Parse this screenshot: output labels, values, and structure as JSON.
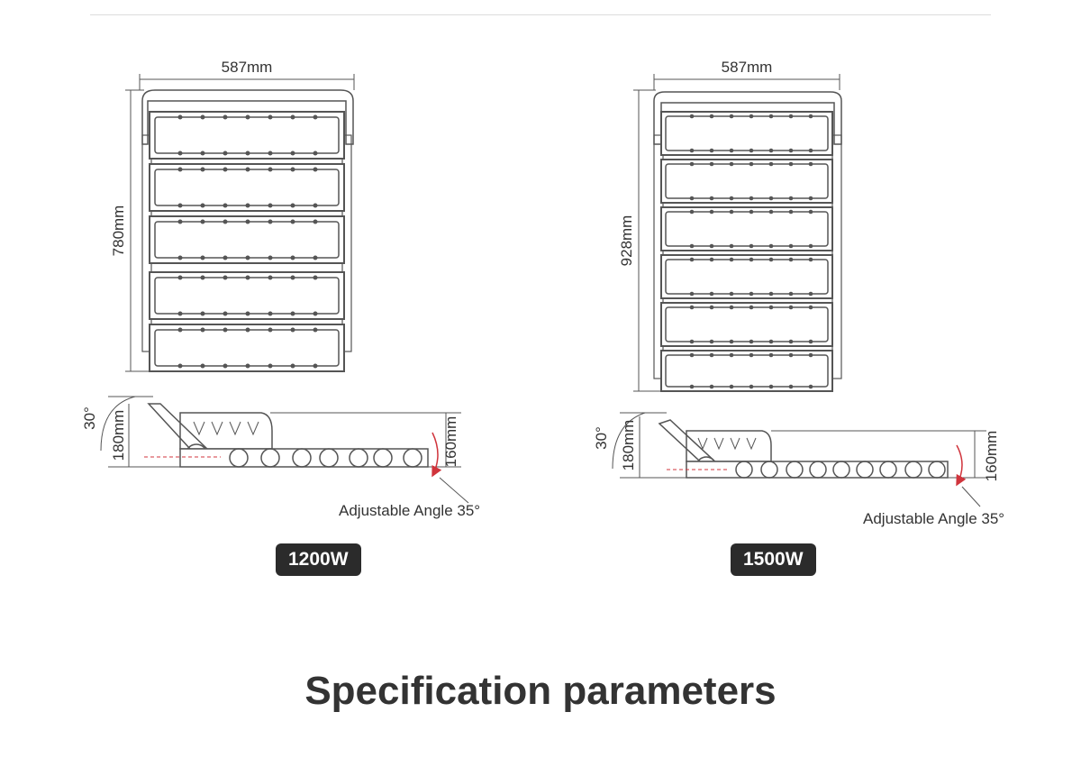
{
  "left_model": {
    "badge": "1200W",
    "width_label": "587mm",
    "height_label": "780mm",
    "tilt_label": "30°",
    "side_height_label": "180mm",
    "side_depth_label": "160mm",
    "adjust_label": "Adjustable Angle 35°",
    "module_count": 5
  },
  "right_model": {
    "badge": "1500W",
    "width_label": "587mm",
    "height_label": "928mm",
    "tilt_label": "30°",
    "side_height_label": "180mm",
    "side_depth_label": "160mm",
    "adjust_label": "Adjustable Angle 35°",
    "module_count": 6
  },
  "section_title": "Specification parameters",
  "colors": {
    "line": "#555555",
    "text": "#333333",
    "badge_bg": "#2b2b2b",
    "accent_red": "#d0343c"
  }
}
